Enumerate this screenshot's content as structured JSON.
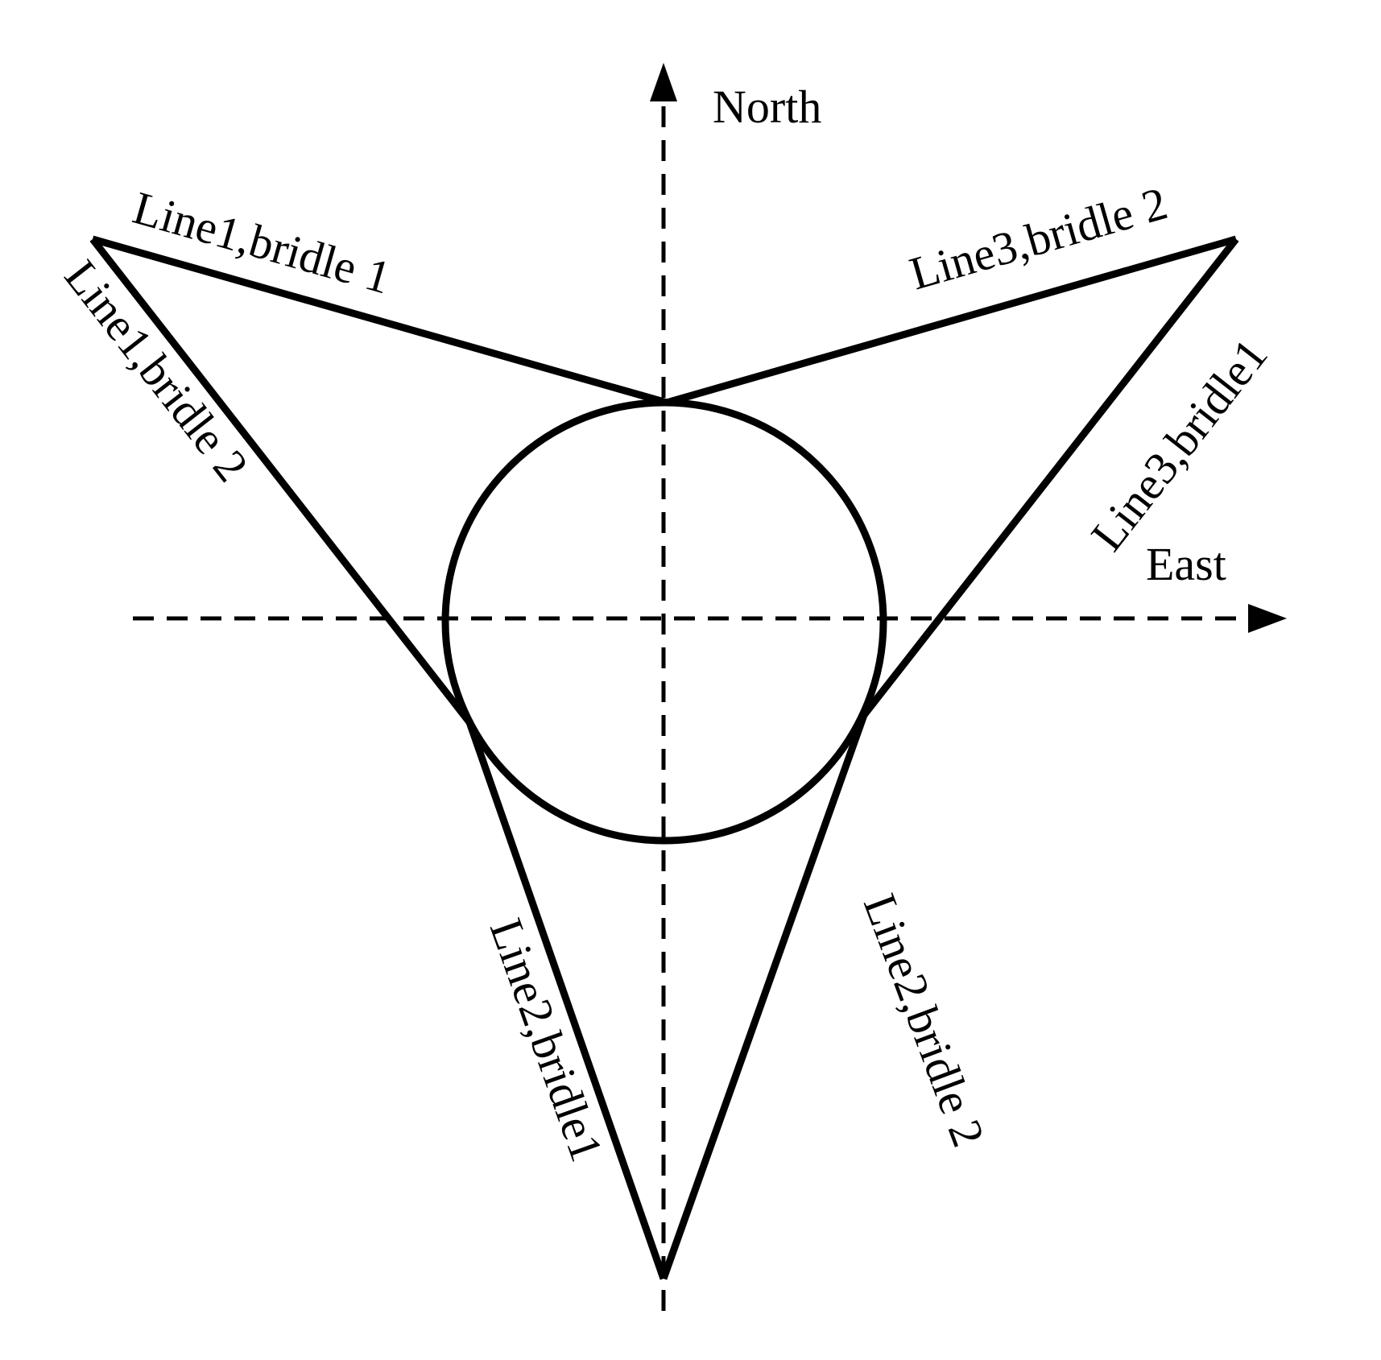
{
  "axes": {
    "north_label": "North",
    "east_label": "East"
  },
  "lines": [
    {
      "id": "line1-bridle1",
      "label": "Line1,bridle 1"
    },
    {
      "id": "line1-bridle2",
      "label": "Line1,bridle 2"
    },
    {
      "id": "line2-bridle1",
      "label": "Line2,bridle1"
    },
    {
      "id": "line2-bridle2",
      "label": "Line2,bridle 2"
    },
    {
      "id": "line3-bridle1",
      "label": "Line3,bridle1"
    },
    {
      "id": "line3-bridle2",
      "label": "Line3,bridle 2"
    }
  ],
  "colors": {
    "stroke": "#000000",
    "background": "#ffffff"
  }
}
